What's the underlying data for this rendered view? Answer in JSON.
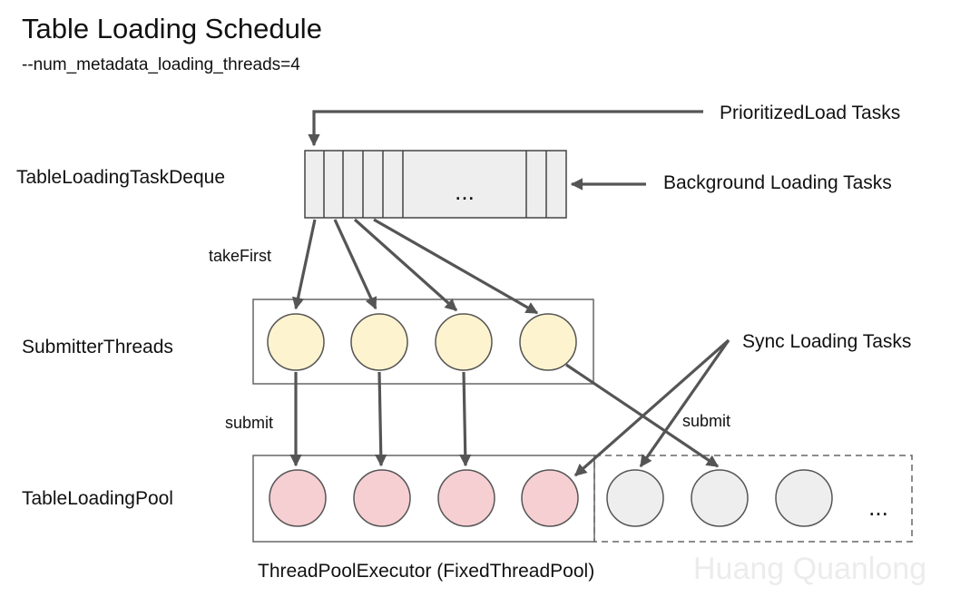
{
  "title": "Table Loading Schedule",
  "subtitle": "--num_metadata_loading_threads=4",
  "labels": {
    "deque": "TableLoadingTaskDeque",
    "submitters": "SubmitterThreads",
    "pool": "TableLoadingPool",
    "executor": "ThreadPoolExecutor (FixedThreadPool)"
  },
  "inputs": {
    "prioritized": "PrioritizedLoad Tasks",
    "background": "Background Loading Tasks",
    "sync": "Sync Loading Tasks"
  },
  "edges": {
    "take_first": "takeFirst",
    "submit_left": "submit",
    "submit_right": "submit"
  },
  "deque_ellipsis": "...",
  "pool_ellipsis": "...",
  "watermark": "Huang Quanlong",
  "colors": {
    "deque_fill": "#eeeeee",
    "submitter_fill": "#fdf3cf",
    "pool_fill": "#f6cfd3",
    "extra_fill": "#eeeeee",
    "arrow": "#555555"
  }
}
